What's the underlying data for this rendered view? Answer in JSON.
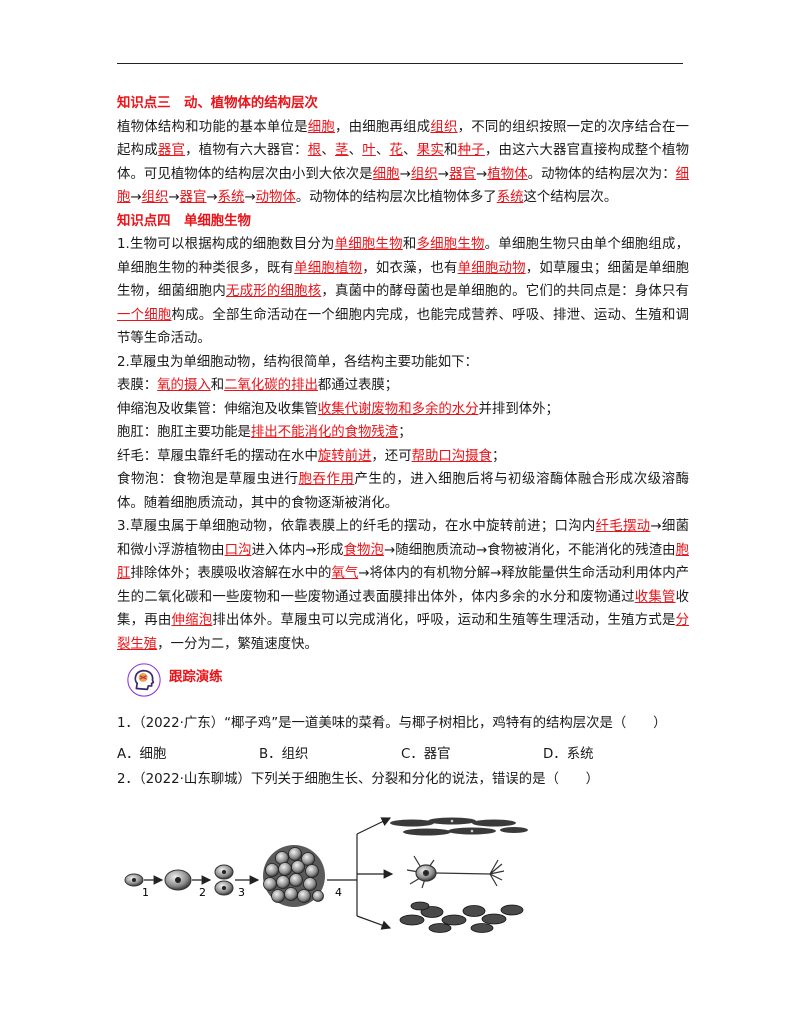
{
  "k3": {
    "title": "知识点三　动、植物体的结构层次",
    "p1": {
      "t1": "植物体结构和功能的基本单位是",
      "a1": "细胞",
      "t2": "，由细胞再组成",
      "a2": "组织",
      "t3": "，不同的组织按照一定的次序结合在一起构成",
      "a3": "器官",
      "t4": "，植物有六大器官：",
      "a4": "根",
      "s1": "、",
      "a5": "茎",
      "s2": "、",
      "a6": "叶",
      "s3": "、",
      "a7": "花",
      "s4": "、",
      "a8": "果实",
      "s5": "和",
      "a9": "种子",
      "t5": "，由这六大器官直接构成整个植物体。可见植物体的结构层次由小到大依次是",
      "a10": "细胞",
      "r1": "→",
      "a11": "组织",
      "r2": "→",
      "a12": "器官",
      "r3": "→",
      "a13": "植物体",
      "t6": "。动物体的结构层次为：",
      "a14": "细胞",
      "r4": "→",
      "a15": "组织",
      "r5": "→",
      "a16": "器官",
      "r6": "→",
      "a17": "系统",
      "r7": "→",
      "a18": "动物体",
      "t7": "。动物体的结构层次比植物体多了",
      "a19": "系统",
      "t8": "这个结构层次。"
    }
  },
  "k4": {
    "title": "知识点四　单细胞生物",
    "p1": {
      "t1": "1.生物可以根据构成的细胞数目分为",
      "a1": "单细胞生物",
      "t2": "和",
      "a2": "多细胞生物",
      "t3": "。单细胞生物只由单个细胞组成，单细胞生物的种类很多，既有",
      "a3": "单细胞植物",
      "t4": "，如衣藻，也有",
      "a4": "单细胞动物",
      "t5": "，如草履虫；细菌是单细胞生物，细菌细胞内",
      "a5": "无成形的细胞核",
      "t6": "，真菌中的酵母菌也是单细胞的。它们的共同点是：身体只有",
      "a6": "一个细胞",
      "t7": "构成。全部生命活动在一个细胞内完成，也能完成营养、呼吸、排泄、运动、生殖和调节等生命活动。"
    },
    "p2": "2.草履虫为单细胞动物，结构很简单，各结构主要功能如下：",
    "biaomo": {
      "t1": "表膜：",
      "a1": "氧的摄入",
      "t2": "和",
      "a2": "二氧化碳的排出",
      "t3": "都通过表膜；"
    },
    "shensuo": {
      "t1": "伸缩泡及收集管：伸缩泡及收集管",
      "a1": "收集代谢废物和多余的水分",
      "t2": "并排到体外；"
    },
    "baogang": {
      "t1": "胞肛：胞肛主要功能是",
      "a1": "排出不能消化的食物残渣",
      "t2": "；"
    },
    "xianmao": {
      "t1": "纤毛：草履虫靠纤毛的摆动在水中",
      "a1": "旋转前进",
      "t2": "，还可",
      "a2": "帮助口沟摄食",
      "t3": "；"
    },
    "shiwupao": {
      "t1": "食物泡：食物泡是草履虫进行",
      "a1": "胞吞作用",
      "t2": "产生的，进入细胞后将与初级溶酶体融合形成次级溶酶体。随着细胞质流动，其中的食物逐渐被消化。"
    },
    "p3": {
      "t1": "3.草履虫属于单细胞动物，依靠表膜上的纤毛的摆动，在水中旋转前进；口沟内",
      "a1": "纤毛摆动",
      "t2": "→细菌和微小浮游植物由",
      "a2": "口沟",
      "t3": "进入体内→形成",
      "a3": "食物泡",
      "t4": "→随细胞质流动→食物被消化，不能消化的残渣由",
      "a4": "胞肛",
      "t5": "排除体外；表膜吸收溶解在水中的",
      "a5": "氧气",
      "t6": "→将体内的有机物分解→释放能量供生命活动利用体内产生的二氧化碳和一些废物和一些废物通过表面膜排出体外，体内多余的水分和废物通过",
      "a6": "收集管",
      "t7": "收集，再由",
      "a7": "伸缩泡",
      "t8": "排出体外。草履虫可以完成消化，呼吸，运动和生殖等生理活动，生殖方式是",
      "a8": "分裂生殖",
      "t9": "，一分为二，繁殖速度快。"
    }
  },
  "track": {
    "title": "跟踪演练",
    "icon": "brain-head-icon"
  },
  "q1": {
    "stem": "1．（2022·广东）“椰子鸡”是一道美味的菜肴。与椰子树相比，鸡特有的结构层次是（　　）",
    "options": [
      "A．细胞",
      "B．组织",
      "C．器官",
      "D．系统"
    ]
  },
  "q2": {
    "stem": "2．（2022·山东聊城）下列关于细胞生长、分裂和分化的说法，错误的是（　　）"
  },
  "figure": {
    "labels": [
      "1",
      "2",
      "3",
      "4"
    ]
  }
}
